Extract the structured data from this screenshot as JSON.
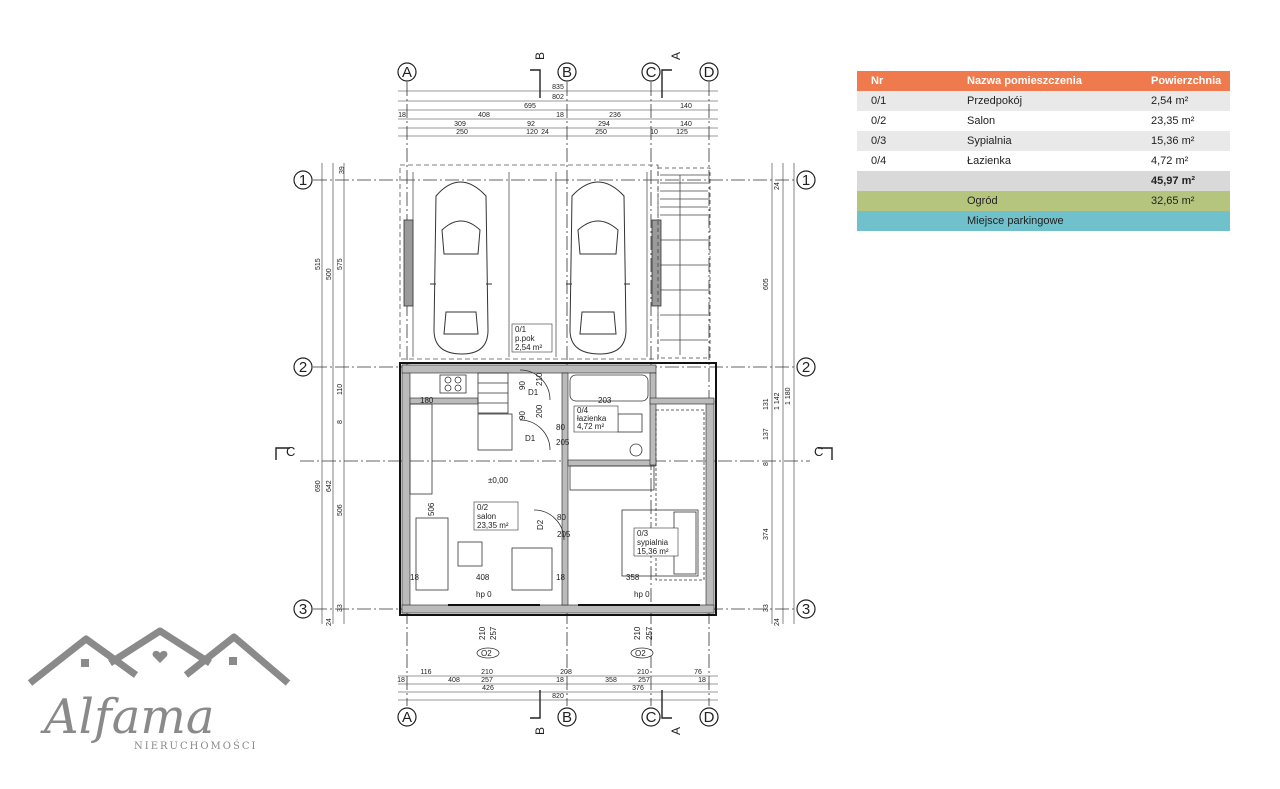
{
  "colors": {
    "header": "#ee7a4e",
    "row_light": "#e9e9e9",
    "row_white": "#ffffff",
    "total": "#d9d9d9",
    "garden": "#b6c57e",
    "parking": "#70c1cb",
    "logo": "#8a8a8a"
  },
  "legend": {
    "headers": {
      "nr": "Nr",
      "name": "Nazwa pomieszczenia",
      "area": "Powierzchnia"
    },
    "rows": [
      {
        "nr": "0/1",
        "name": "Przedpokój",
        "area": "2,54 m²"
      },
      {
        "nr": "0/2",
        "name": "Salon",
        "area": "23,35 m²"
      },
      {
        "nr": "0/3",
        "name": "Sypialnia",
        "area": "15,36 m²"
      },
      {
        "nr": "0/4",
        "name": "Łazienka",
        "area": "4,72 m²"
      }
    ],
    "total": "45,97 m²",
    "garden": {
      "name": "Ogród",
      "area": "32,65 m²"
    },
    "parking": {
      "name": "Miejsce parkingowe"
    }
  },
  "plan": {
    "axes": {
      "a": "A",
      "b": "B",
      "c": "C",
      "d": "D",
      "r1": "1",
      "r2": "2",
      "r3": "3"
    },
    "sections": {
      "sec_a": "A",
      "sec_b": "B",
      "sec_c_left": "C",
      "sec_c_right": "C"
    },
    "dims_top": {
      "d835": "835",
      "d802": "802",
      "d695": "695",
      "d140": "140",
      "d18a": "18",
      "d408": "408",
      "d18b": "18",
      "d236": "236",
      "d140b": "140",
      "d309": "309",
      "d92": "92",
      "d24": "24",
      "d294": "294",
      "d250a": "250",
      "d120": "120",
      "d250b": "250",
      "d10": "10",
      "d125": "125"
    },
    "dims_bottom": {
      "d116": "116",
      "d210a": "210",
      "d208": "208",
      "d210b": "210",
      "d76": "76",
      "d18a": "18",
      "d408": "408",
      "d257a": "257",
      "d18b": "18",
      "d358": "358",
      "d257b": "257",
      "d18c": "18",
      "d426": "426",
      "d376": "376",
      "d820": "820"
    },
    "dims_left": {
      "d39": "39",
      "d515": "515",
      "d500": "500",
      "d575": "575",
      "d110": "110",
      "d8": "8",
      "d690": "690",
      "d642": "642",
      "d506": "506",
      "d24": "24",
      "d33": "33"
    },
    "dims_right": {
      "d24a": "24",
      "d605": "605",
      "d131": "131",
      "d1142": "1 142",
      "d1180": "1 180",
      "d137": "137",
      "d8": "8",
      "d374": "374",
      "d24b": "24",
      "d33": "33"
    },
    "rooms": [
      {
        "id": "0/1",
        "name": "p.pok",
        "area": "2,54 m²"
      },
      {
        "id": "0/2",
        "name": "salon",
        "area": "23,35 m²"
      },
      {
        "id": "0/3",
        "name": "sypialnia",
        "area": "15,36 m²"
      },
      {
        "id": "0/4",
        "name": "łazienka",
        "area": "4,72 m²"
      }
    ],
    "labels": {
      "level": "±0,00",
      "hp1": "hp 0",
      "hp2": "hp 0",
      "d1": "D1",
      "d2": "D2",
      "d3": "D1",
      "w1": "O2",
      "w2": "O2",
      "i90a": "90",
      "i210a": "210",
      "i90b": "90",
      "i200": "200",
      "i80a": "80",
      "i205a": "205",
      "i80b": "80",
      "i205b": "205",
      "i180": "180",
      "i203": "203",
      "i506": "506",
      "i18a": "18",
      "i408": "408",
      "i18b": "18",
      "i358": "358",
      "i210w1": "210",
      "i257w1": "257",
      "i210w2": "210",
      "i257w2": "257"
    }
  },
  "logo": {
    "name": "Alfama",
    "tagline": "NIERUCHOMOŚCI"
  }
}
